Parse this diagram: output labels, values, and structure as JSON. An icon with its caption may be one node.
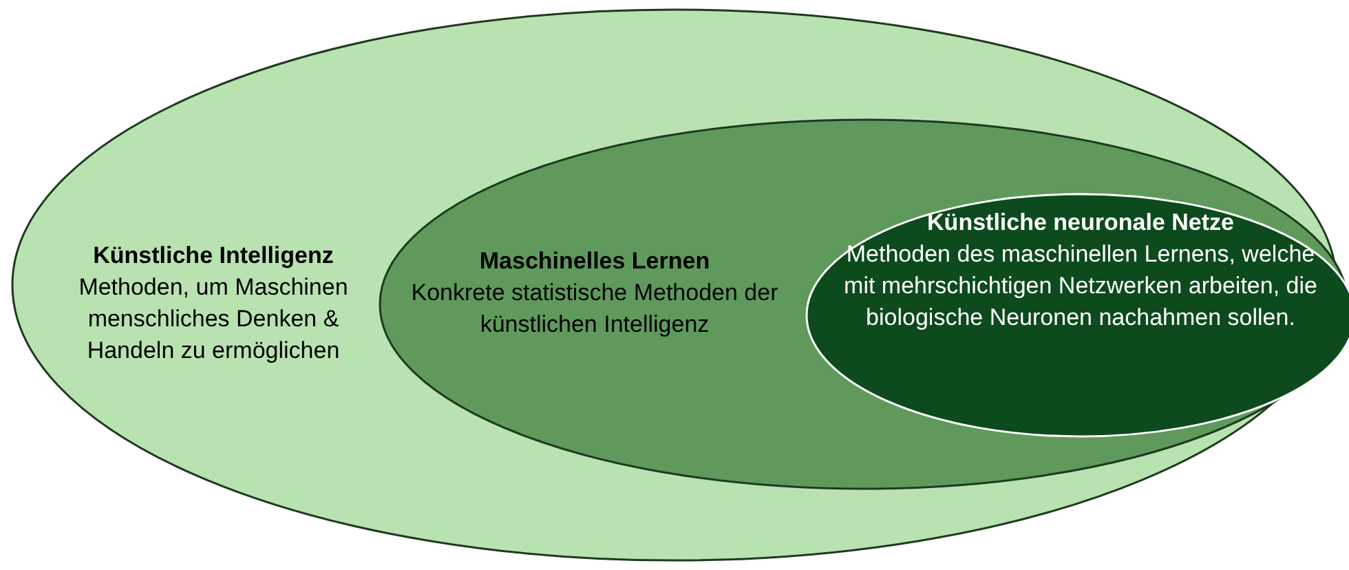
{
  "diagram": {
    "nodes": [
      {
        "text": [
          "Künstliche Intelligenz",
          "Methoden, um Maschinen menschliches Denken & Handeln zu ermöglichen"
        ]
      },
      {
        "text": [
          "Maschinelles Lernen",
          "Konkrete statistische Methoden der künstlichen Intelligenz"
        ],
        "in": 0
      },
      {
        "text": [
          "Künstliche neuronale Netze",
          "Methoden des maschinellen Lernens, welche mit mehrschichtigen Netzwerken arbeiten, die biologische Neuronen nachahmen sollen."
        ],
        "in": 1
      }
    ]
  }
}
